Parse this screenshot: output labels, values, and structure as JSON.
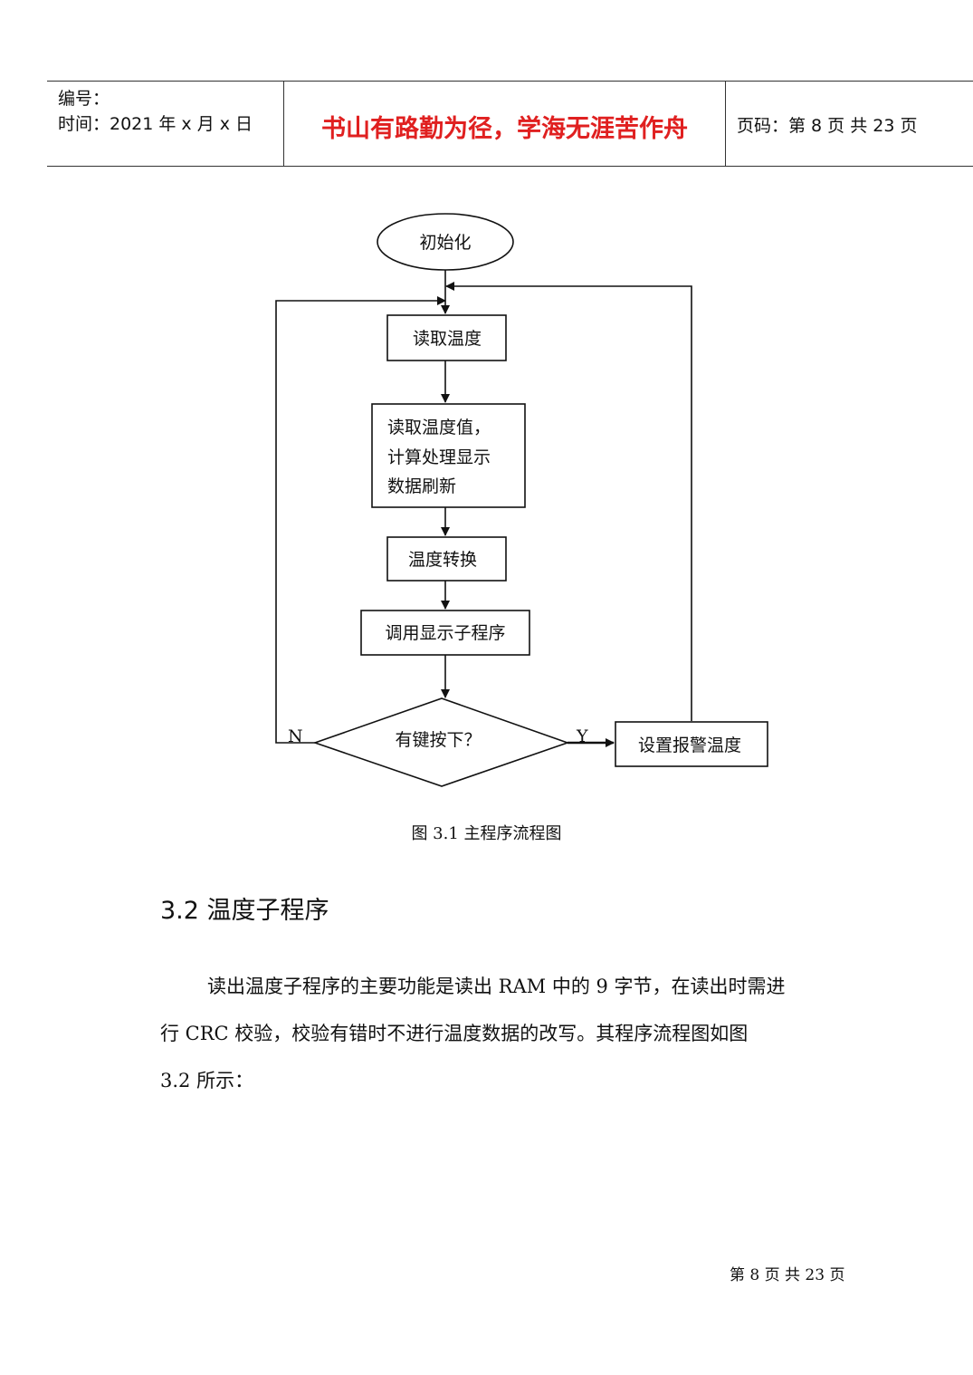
{
  "header": {
    "number_label": "编号：",
    "time_label": "时间：2021 年 x 月 x 日",
    "motto": "书山有路勤为径，学海无涯苦作舟",
    "page_label": "页码：第 8 页  共 23 页"
  },
  "flowchart": {
    "start": "初始化",
    "read_temp": "读取温度",
    "process_lines": [
      "读取温度值，",
      "计算处理显示",
      "数据刷新"
    ],
    "convert": "温度转换",
    "display": "调用显示子程序",
    "decision": "有键按下？",
    "alarm": "设置报警温度",
    "no_label": "N",
    "yes_label": "Y"
  },
  "caption": "图 3.1  主程序流程图",
  "section_title": "3.2  温度子程序",
  "paragraph_lines": [
    "读出温度子程序的主要功能是读出 RAM 中的 9 字节，在读出时需进",
    "行 CRC 校验，校验有错时不进行温度数据的改写。其程序流程图如图",
    "3.2 所示："
  ],
  "footer": "第  8  页  共  23  页"
}
